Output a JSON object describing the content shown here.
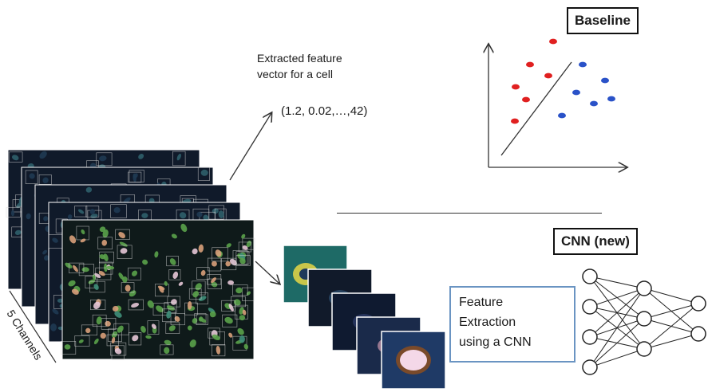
{
  "baseline": {
    "label": "Baseline",
    "red_points": 6,
    "blue_points": 6,
    "red_color": "#e02020",
    "blue_color": "#2a52c8"
  },
  "extracted": {
    "caption_line1": "Extracted feature",
    "caption_line2": "vector for a cell",
    "vector": "(1.2, 0.02,…,42)"
  },
  "image_stack": {
    "channels_label": "5 Channels",
    "layers": 5
  },
  "cnn": {
    "label": "CNN (new)",
    "feature_line1": "Feature",
    "feature_line2": "Extraction",
    "feature_line3": "using a CNN",
    "box_color": "#6a94c2",
    "layers": [
      4,
      3,
      2
    ]
  },
  "crops": {
    "count": 5
  }
}
